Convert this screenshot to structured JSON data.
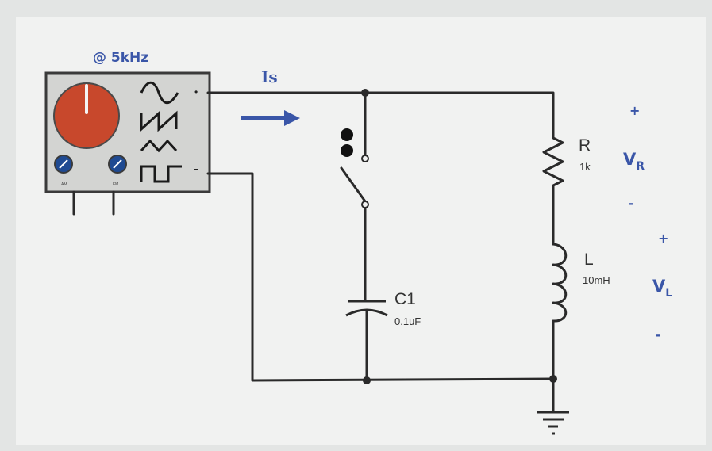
{
  "generator": {
    "frequency_label": "@ 5kHz",
    "knob_labels": [
      "AM",
      "FM"
    ]
  },
  "current": {
    "label": "Is"
  },
  "capacitor": {
    "name": "C1",
    "value": "0.1uF"
  },
  "resistor": {
    "name": "R",
    "value": "1k"
  },
  "inductor": {
    "name": "L",
    "value": "10mH"
  },
  "vr": {
    "plus": "+",
    "symbol": "V",
    "subscript": "R",
    "minus": "-"
  },
  "vl": {
    "plus": "+",
    "symbol": "V",
    "subscript": "L",
    "minus": "-"
  },
  "colors": {
    "accent": "#3a56a8",
    "knob_red": "#c8482c",
    "knob_blue": "#1f4a92",
    "generator_body": "#d3d4d2",
    "wire": "#2a2a2a"
  }
}
